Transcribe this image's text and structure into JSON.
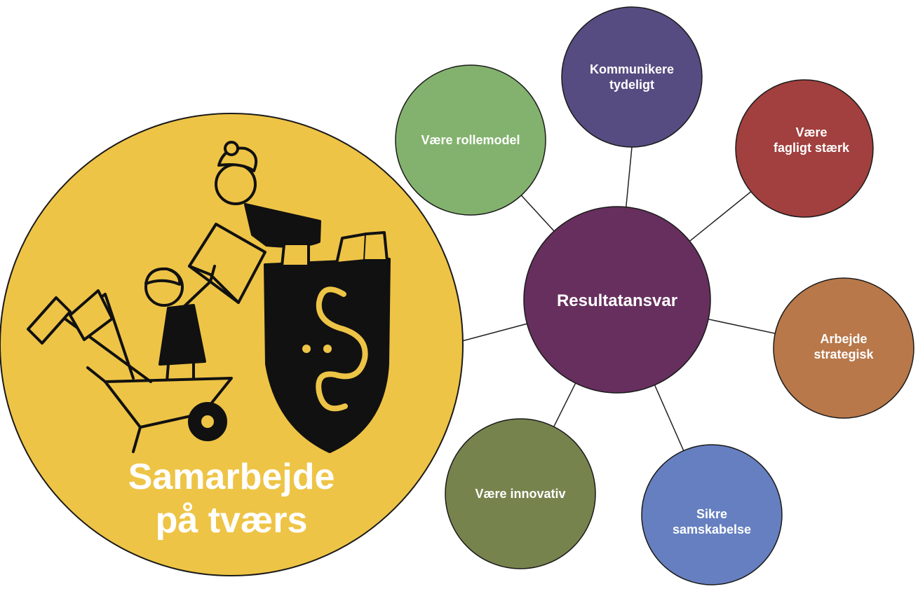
{
  "main_circle": {
    "title_line1": "Samarbejde",
    "title_line2": "på tværs",
    "color": "#EEC446",
    "illustration": "collaboration-illustration"
  },
  "center_node": {
    "label": "Resultatansvar",
    "color": "#662F5E"
  },
  "satellites": [
    {
      "id": "kommunikere",
      "label": "Kommunikere\ntydeligt",
      "color": "#564C81"
    },
    {
      "id": "faglig",
      "label": "Være\nfagligt stærk",
      "color": "#A1403E"
    },
    {
      "id": "strategisk",
      "label": "Arbejde\nstrategisk",
      "color": "#B8784A"
    },
    {
      "id": "samskabelse",
      "label": "Sikre\nsamskabelse",
      "color": "#657FC0"
    },
    {
      "id": "innovativ",
      "label": "Være innovativ",
      "color": "#76834D"
    },
    {
      "id": "rollemodel",
      "label": "Være rollemodel",
      "color": "#83B26E"
    }
  ]
}
